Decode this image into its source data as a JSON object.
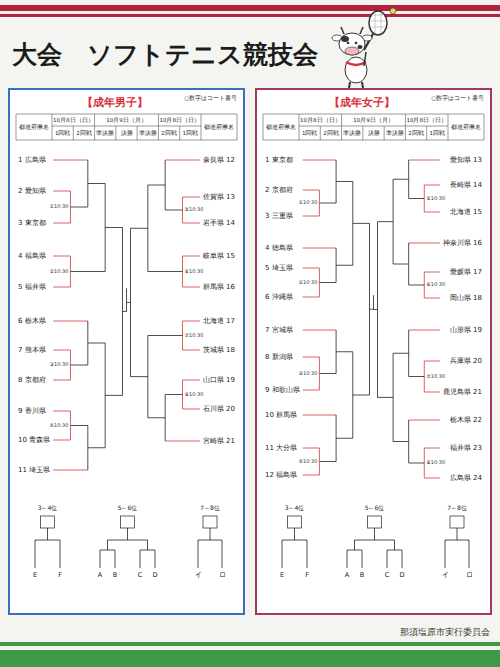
{
  "diagram": {
    "title": "大会　ソフトテニス競技会",
    "nodes": [
      {
        "text": [
          "【成年男子】"
        ]
      },
      {
        "text": [
          "【成年女子】"
        ]
      }
    ],
    "labels": [
      "○数字はコート番号",
      "都道府県名",
      "10月8日（日）",
      "10月9日（月）",
      "10月8日（日）",
      "都道府県名",
      "1回戦",
      "2回戦",
      "準決勝",
      "決勝",
      "準決勝",
      "2回戦",
      "1回戦",
      "1 広島県",
      "2 愛知県",
      "3 東京都",
      "4 福島県",
      "5 福井県",
      "6 栃木県",
      "7 熊本県",
      "8 京都府",
      "9 香川県",
      "10 青森県",
      "11 埼玉県",
      "奈良県 12",
      "佐賀県 13",
      "岩手県 14",
      "岐阜県 15",
      "群馬県 16",
      "北海道 17",
      "茨城県 18",
      "山口県 19",
      "石川県 20",
      "宮崎県 21",
      "①10:30",
      "②10:30",
      "③10:30",
      "④10:30",
      "⑤10:30",
      "⑥10:30",
      "⑦10:30",
      "⑧10:30",
      "3～4位",
      "5～6位",
      "7～8位",
      "E",
      "F",
      "A",
      "B",
      "C",
      "D",
      "イ",
      "ロ",
      "○数字はコート番号",
      "都道府県名",
      "10月8日（日）",
      "10月9日（月）",
      "10月8日（日）",
      "都道府県名",
      "1回戦",
      "2回戦",
      "準決勝",
      "決勝",
      "準決勝",
      "2回戦",
      "1回戦",
      "1 東京都",
      "2 京都府",
      "3 三重県",
      "4 徳島県",
      "5 埼玉県",
      "6 沖縄県",
      "7 宮城県",
      "8 新潟県",
      "9 和歌山県",
      "10 群馬県",
      "11 大分県",
      "12 福島県",
      "愛知県 13",
      "長崎県 14",
      "北海道 15",
      "神奈川県 16",
      "愛媛県 17",
      "岡山県 18",
      "山形県 19",
      "兵庫県 20",
      "鹿児島県 21",
      "栃木県 22",
      "福井県 23",
      "広島県 24",
      "①10:30",
      "②10:30",
      "③10:30",
      "④10:30",
      "⑤10:30",
      "⑥10:30",
      "⑦10:30",
      "⑧10:30",
      "3～4位",
      "5～6位",
      "7～8位",
      "E",
      "F",
      "A",
      "B",
      "C",
      "D",
      "イ",
      "ロ",
      "那須塩原市実行委員会"
    ]
  }
}
